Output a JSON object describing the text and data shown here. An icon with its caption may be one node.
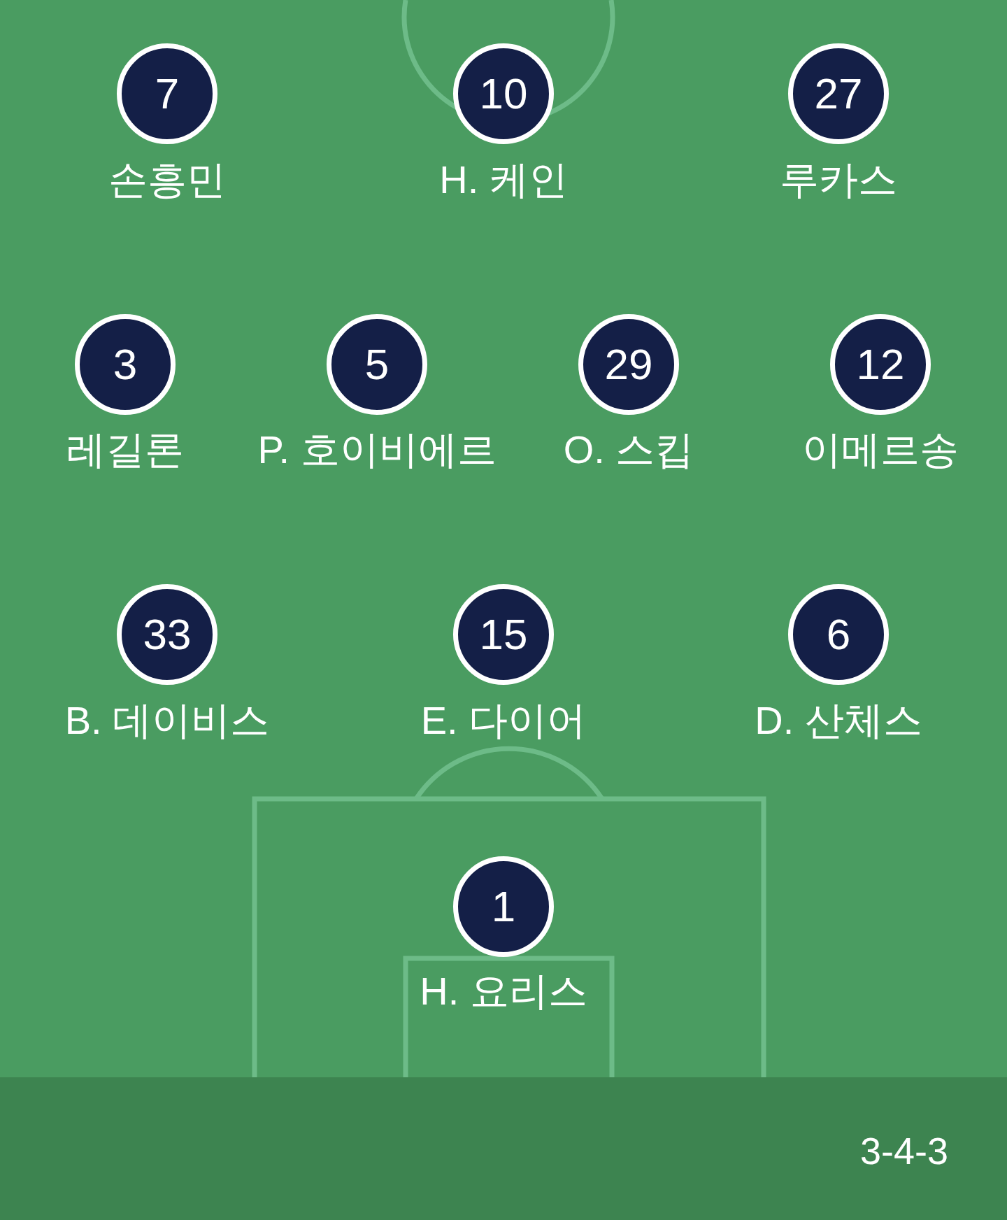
{
  "diagram": {
    "nodes": [
      {
        "text": [
          "7"
        ],
        "beside": [
          "손흥민"
        ]
      },
      {
        "text": [
          "10"
        ],
        "beside": [
          "H. 케인"
        ]
      },
      {
        "text": [
          "27"
        ],
        "beside": [
          "루카스"
        ]
      },
      {
        "text": [
          "3"
        ],
        "beside": [
          "레길론"
        ]
      },
      {
        "text": [
          "5"
        ],
        "beside": [
          "P. 호이비에르"
        ]
      },
      {
        "text": [
          "29"
        ],
        "beside": [
          "O. 스킵"
        ]
      },
      {
        "text": [
          "12"
        ],
        "beside": [
          "이메르송"
        ]
      },
      {
        "text": [
          "33"
        ],
        "beside": [
          "B. 데이비스"
        ]
      },
      {
        "text": [
          "15"
        ],
        "beside": [
          "E. 다이어"
        ]
      },
      {
        "text": [
          "6"
        ],
        "beside": [
          "D. 산체스"
        ]
      },
      {
        "text": [
          "1"
        ],
        "beside": [
          "H. 요리스"
        ]
      }
    ],
    "labels": [
      "3-4-3"
    ]
  }
}
